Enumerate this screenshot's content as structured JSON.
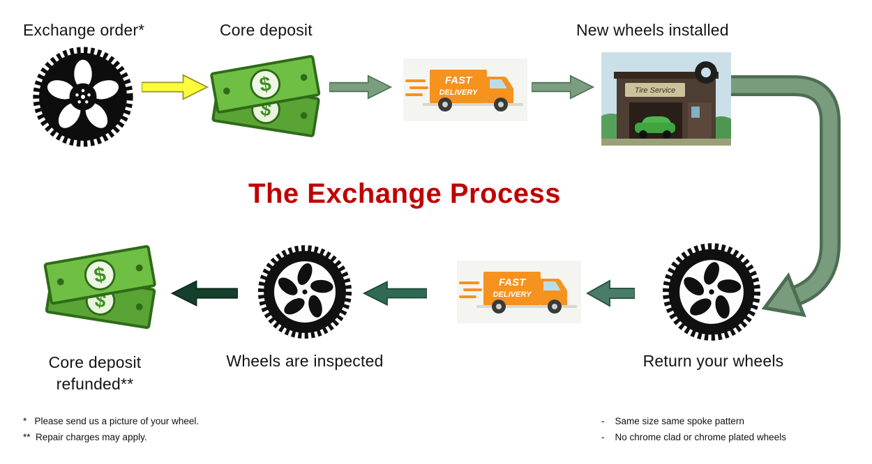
{
  "title": {
    "text": "The Exchange Process",
    "color": "#C00000"
  },
  "top": {
    "exchange_order": "Exchange order*",
    "core_deposit": "Core deposit",
    "new_wheels": "New wheels installed"
  },
  "bottom": {
    "return_wheels": "Return your wheels",
    "inspected": "Wheels are inspected",
    "refunded_line1": "Core deposit",
    "refunded_line2": "refunded**"
  },
  "truck": {
    "line1": "FAST",
    "line2": "DELIVERY"
  },
  "shop": {
    "sign": "Tire Service"
  },
  "money": {
    "symbol": "$"
  },
  "footnotes": {
    "left": [
      "*   Please send us a picture of your wheel.",
      "**  Repair charges may apply."
    ],
    "right": [
      "-    Same size same spoke pattern",
      "-    No chrome clad or chrome plated wheels"
    ]
  },
  "colors": {
    "title": "#C00000",
    "arrow_yellow": "#FCFC3C",
    "arrow_sage": "#7C9E80",
    "arrow_dark": "#2F6B52",
    "arrow_darkest": "#14402C",
    "money_green": "#6FBF44",
    "truck_orange": "#F6921E"
  }
}
